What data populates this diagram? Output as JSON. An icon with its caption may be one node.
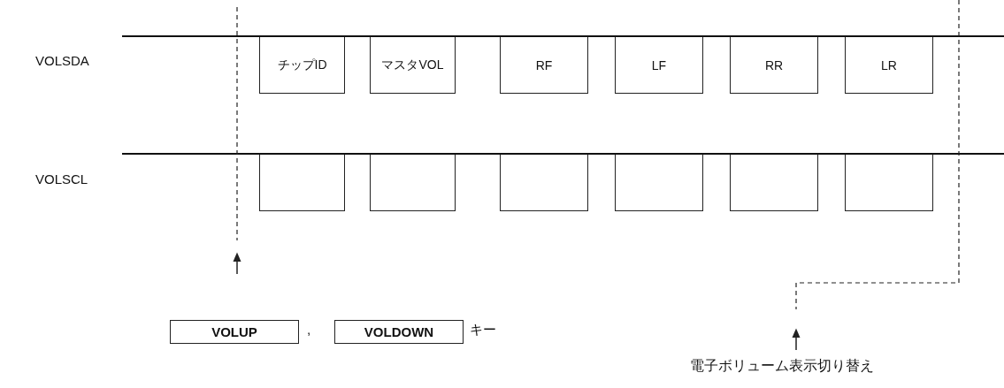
{
  "diagram": {
    "nodes": [
      {
        "text": [
          "チップID"
        ]
      },
      {
        "text": [
          "マスタVOL"
        ]
      },
      {
        "text": [
          "RF"
        ]
      },
      {
        "text": [
          "LF"
        ]
      },
      {
        "text": [
          "RR"
        ]
      },
      {
        "text": [
          "LR"
        ]
      },
      {
        "text": [],
        "shape": "box"
      },
      {
        "text": [],
        "shape": "box"
      },
      {
        "text": [],
        "shape": "box"
      },
      {
        "text": [],
        "shape": "box"
      },
      {
        "text": [],
        "shape": "box"
      },
      {
        "text": [],
        "shape": "box"
      },
      {
        "text": [
          "VOLUP"
        ]
      },
      {
        "text": [
          "VOLDOWN"
        ]
      }
    ],
    "labels": [
      "VOLSDA",
      "VOLSCL",
      ",",
      "キー",
      "電子ボリューム表示切り替え"
    ]
  }
}
